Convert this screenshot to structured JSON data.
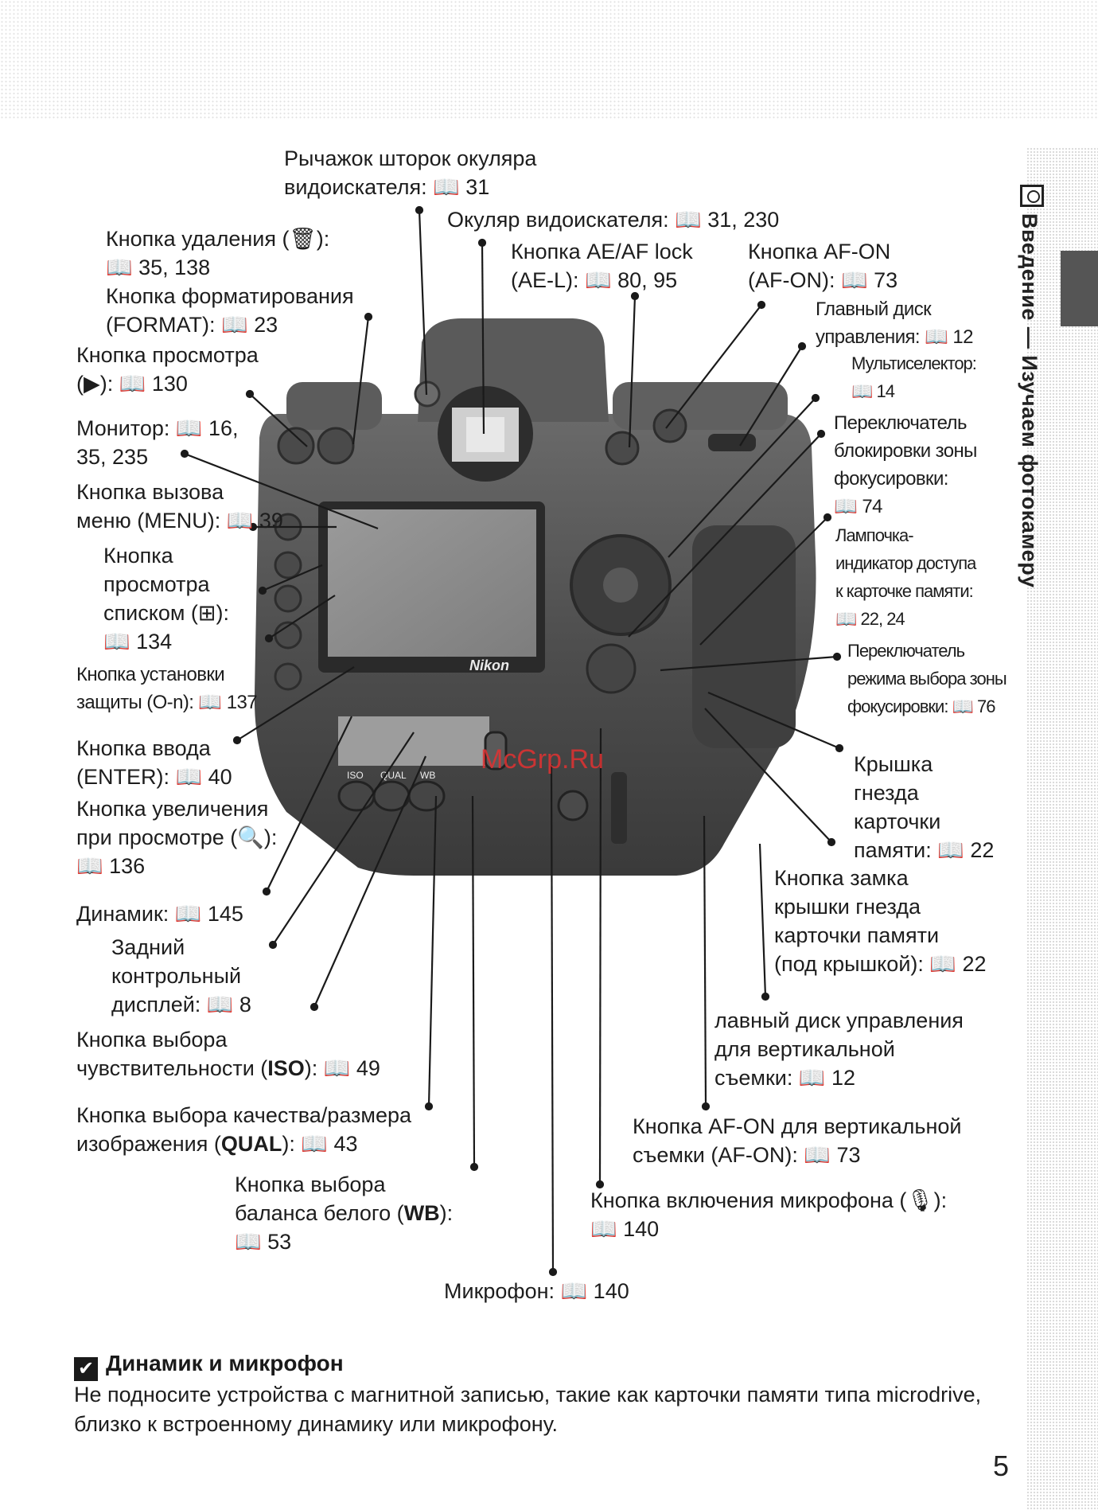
{
  "section_title": "Введение — Изучаем фотокамеру",
  "watermark": "McGrp.Ru",
  "callouts": {
    "eyepiece_shutter": [
      "Рычажок шторок окуляра",
      "видоискателя: 📖 31"
    ],
    "eyepiece": [
      "Окуляр видоискателя: 📖 31, 230"
    ],
    "delete_button": [
      "Кнопка удаления (🗑):",
      "📖 35, 138"
    ],
    "format_button": [
      "Кнопка форматирования",
      "(FORMAT): 📖 23"
    ],
    "ae_af_lock": [
      "Кнопка AE/AF lock",
      "(AE-L): 📖 80, 95"
    ],
    "af_on": [
      "Кнопка AF-ON",
      "(AF-ON): 📖 73"
    ],
    "main_dial": [
      "Главный диск",
      "управления: 📖 12"
    ],
    "playback_button": [
      "Кнопка просмотра",
      "(▶): 📖 130"
    ],
    "multiselector": [
      "Мультиселектор:",
      "📖 14"
    ],
    "monitor": [
      "Монитор: 📖 16,",
      "35, 235"
    ],
    "focus_lock_switch": [
      "Переключатель",
      "блокировки зоны",
      "фокусировки:",
      "📖 74"
    ],
    "menu_button": [
      "Кнопка вызова",
      "меню (MENU): 📖 39"
    ],
    "access_lamp": [
      "Лампочка-",
      "индикатор доступа",
      "к карточке памяти:",
      "📖 22, 24"
    ],
    "thumbnail_button": [
      "Кнопка",
      "просмотра",
      "списком (⊞):",
      "📖 134"
    ],
    "protect_button": [
      "Кнопка установки",
      "защиты (O-n): 📖 137"
    ],
    "focus_area_switch": [
      "Переключатель",
      "режима выбора зоны",
      "фокусировки: 📖 76"
    ],
    "enter_button": [
      "Кнопка ввода",
      "(ENTER): 📖 40"
    ],
    "card_cover": [
      "Крышка",
      "гнезда",
      "карточки",
      "памяти: 📖 22"
    ],
    "zoom_button": [
      "Кнопка увеличения",
      "при просмотре (🔍):",
      "📖 136"
    ],
    "card_cover_lock": [
      "Кнопка замка",
      "крышки гнезда",
      "карточки памяти",
      "(под крышкой): 📖 22"
    ],
    "speaker": [
      "Динамик: 📖 145"
    ],
    "rear_display": [
      "Задний",
      "контрольный",
      "дисплей: 📖 8"
    ],
    "vertical_dial": [
      "лавный диск управления",
      "для вертикальной",
      "съемки: 📖 12"
    ],
    "iso_button_1": "Кнопка выбора",
    "iso_button_2a": "чувствительности (",
    "iso_button_2b": "ISO",
    "iso_button_2c": "): 📖 49",
    "qual_button_1": "Кнопка выбора качества/размера",
    "qual_button_2a": "изображения (",
    "qual_button_2b": "QUAL",
    "qual_button_2c": "): 📖 43",
    "vertical_af_on": [
      "Кнопка AF-ON для вертикальной",
      "съемки (AF-ON): 📖 73"
    ],
    "wb_button_1": "Кнопка выбора",
    "wb_button_2a": "баланса белого (",
    "wb_button_2b": "WB",
    "wb_button_2c": "):",
    "wb_button_3": "📖 53",
    "mic_button": [
      "Кнопка включения микрофона (🎙):",
      "📖 140"
    ],
    "microphone": [
      "Микрофон: 📖 140"
    ]
  },
  "camera": {
    "brand": "Nikon",
    "button_labels": [
      "ISO",
      "QUAL",
      "WB"
    ]
  },
  "note": {
    "heading": "Динамик и микрофон",
    "body": "Не подносите устройства с магнитной записью, такие как карточки памяти типа microdrive, близко к встроенному динамику или микрофону."
  },
  "page_number": "5"
}
